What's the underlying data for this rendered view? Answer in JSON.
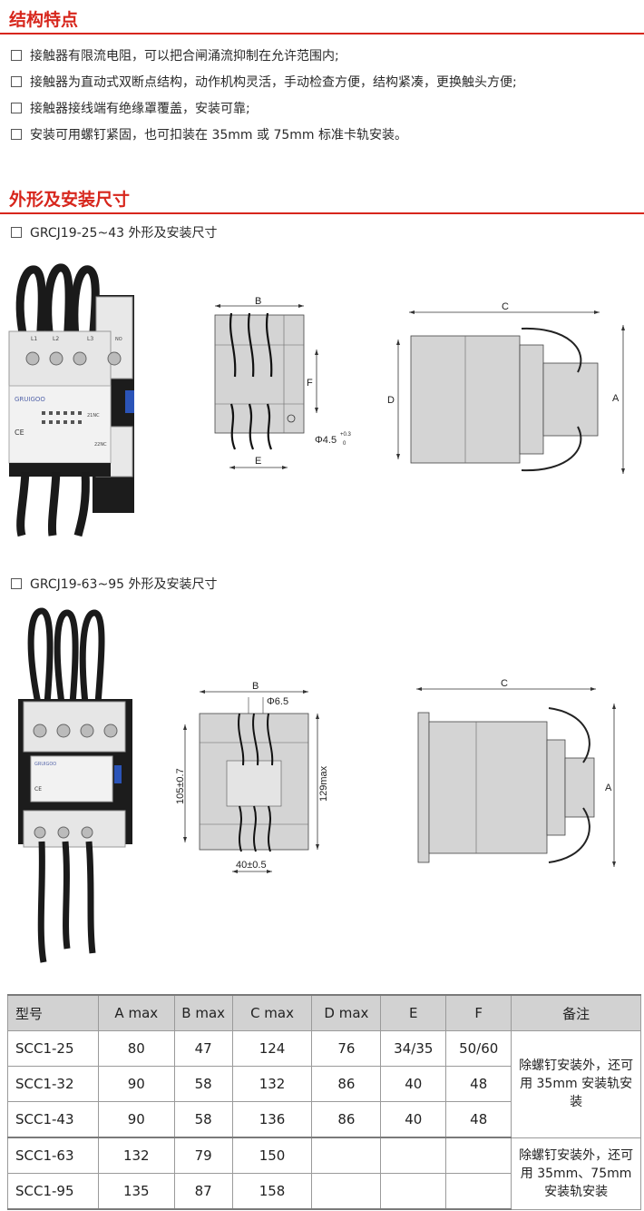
{
  "features": {
    "title": "结构特点",
    "items": [
      "接触器有限流电阻，可以把合闸涌流抑制在允许范围内;",
      "接触器为直动式双断点结构，动作机构灵活，手动检查方便，结构紧凑，更换触头方便;",
      "接触器接线端有绝缘罩覆盖，安装可靠;",
      "安装可用螺钉紧固，也可扣装在 35mm 或 75mm 标准卡轨安装。"
    ]
  },
  "dimensions": {
    "title": "外形及安装尺寸",
    "model_a": {
      "heading": "GRCJ19-25~43 外形及安装尺寸",
      "labels": {
        "B": "B",
        "F": "F",
        "E": "E",
        "C": "C",
        "D": "D",
        "A": "A",
        "hole": "Φ4.5",
        "tol_upper": "+0.3",
        "tol_lower": "0"
      },
      "product_text": {
        "brand": "GRUIGOO",
        "t1": "L1",
        "t2": "L2",
        "t3": "L3",
        "no": "NO",
        "nc21": "21NC",
        "nc22": "22NC",
        "ce": "CE"
      }
    },
    "model_b": {
      "heading": "GRCJ19-63~95 外形及安装尺寸",
      "labels": {
        "B": "B",
        "hole": "Φ6.5",
        "h1": "105±0.7",
        "h2": "129max",
        "w1": "40±0.5",
        "C": "C",
        "A": "A"
      },
      "product_text": {
        "brand": "GRUIGOO",
        "ce": "CE"
      }
    }
  },
  "table": {
    "headers": [
      "型号",
      "A max",
      "B max",
      "C max",
      "D max",
      "E",
      "F",
      "备注"
    ],
    "rows": [
      [
        "SCC1-25",
        "80",
        "47",
        "124",
        "76",
        "34/35",
        "50/60"
      ],
      [
        "SCC1-32",
        "90",
        "58",
        "132",
        "86",
        "40",
        "48"
      ],
      [
        "SCC1-43",
        "90",
        "58",
        "136",
        "86",
        "40",
        "48"
      ],
      [
        "SCC1-63",
        "132",
        "79",
        "150",
        "",
        "",
        ""
      ],
      [
        "SCC1-95",
        "135",
        "87",
        "158",
        "",
        "",
        ""
      ]
    ],
    "note_group1": "除螺钉安装外，还可用 35mm 安装轨安装",
    "note_group2": "除螺钉安装外，还可用 35mm、75mm 安装轨安装"
  },
  "colors": {
    "accent": "#d7261c",
    "table_header": "#d2d2d2",
    "drawing_fill": "#d4d4d4"
  }
}
